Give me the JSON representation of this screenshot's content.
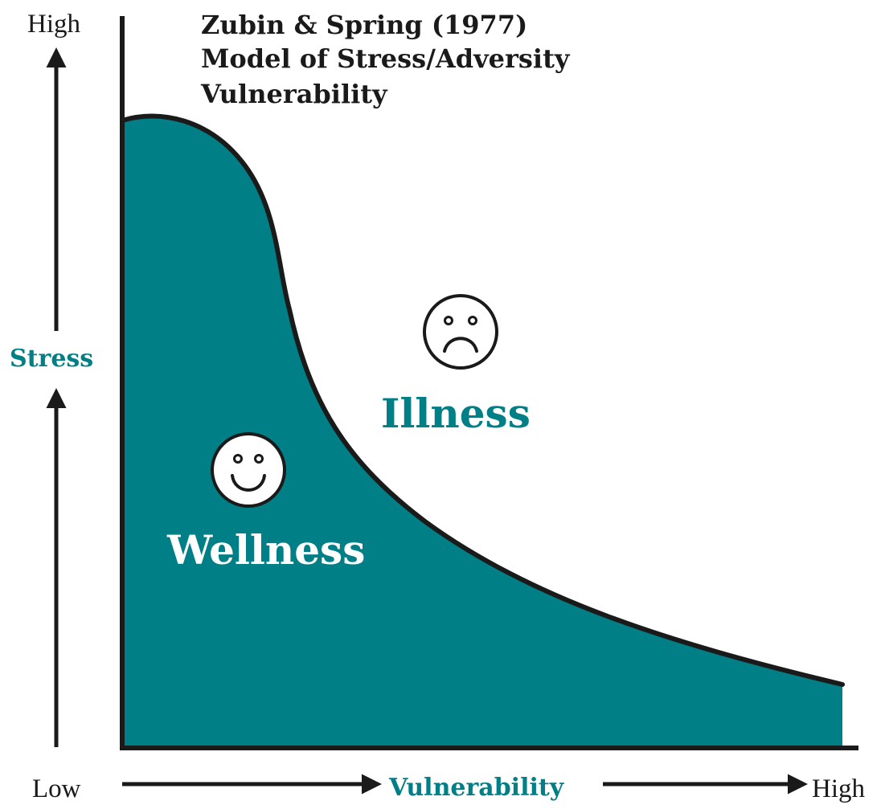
{
  "title": {
    "line1": "Zubin & Spring (1977)",
    "line2": "Model of Stress/Adversity",
    "line3": "Vulnerability"
  },
  "y_axis": {
    "label": "Stress",
    "high_label": "High",
    "low_label": "Low"
  },
  "x_axis": {
    "label": "Vulnerability",
    "high_label": "High"
  },
  "regions": {
    "wellness": {
      "label": "Wellness",
      "face": "smiley-face-icon"
    },
    "illness": {
      "label": "Illness",
      "face": "frowning-face-icon"
    }
  },
  "colors": {
    "accent": "#007f86",
    "line": "#1a1a1a",
    "background": "#ffffff"
  }
}
